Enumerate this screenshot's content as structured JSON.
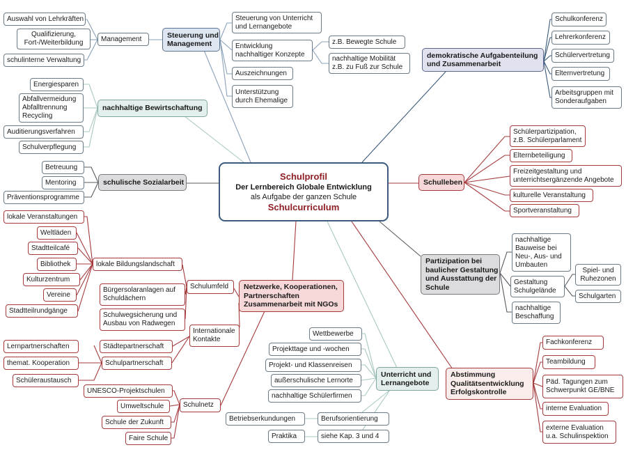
{
  "center": {
    "line1": "Schulprofil",
    "line2": "Der Lernbereich Globale Entwicklung",
    "line3": "als Aufgabe der ganzen Schule",
    "line4": "Schulcurriculum"
  },
  "steuerung": {
    "title_l1": "Steuerung und",
    "title_l2": "Management",
    "management": "Management",
    "auswahl": "Auswahl von Lehrkräften",
    "quali_l1": "Qualifizierung,",
    "quali_l2": "Fort-/Weiterbildung",
    "verwaltung": "schulinterne Verwaltung",
    "steuer_l1": "Steuerung von Unterricht",
    "steuer_l2": "und Lernangebote",
    "entw_l1": "Entwicklung",
    "entw_l2": "nachhaltiger Konzepte",
    "bewegte": "z.B. Bewegte Schule",
    "mob_l1": "nachhaltige Mobilität",
    "mob_l2": "z.B. zu Fuß zur Schule",
    "auszeichnungen": "Auszeichnungen",
    "unter_l1": "Unterstützung",
    "unter_l2": "durch Ehemalige"
  },
  "bewirtschaftung": {
    "title": "nachhaltige Bewirtschaftung",
    "energie": "Energiesparen",
    "abfall_l1": "Abfallvermeidung",
    "abfall_l2": "Abfalltrennung",
    "abfall_l3": "Recycling",
    "audit": "Auditierungsverfahren",
    "verpflegung": "Schulverpflegung"
  },
  "sozial": {
    "title": "schulische Sozialarbeit",
    "betreuung": "Betreuung",
    "mentoring": "Mentoring",
    "praevention": "Präventionsprogramme"
  },
  "demokratisch": {
    "title_l1": "demokratische Aufgabenteilung",
    "title_l2": "und Zusammenarbeit",
    "schulkonferenz": "Schulkonferenz",
    "lehrerkonferenz": "Lehrerkonferenz",
    "schuelervertretung": "Schülervertretung",
    "elternvertretung": "Elternvertretung",
    "ag_l1": "Arbeitsgruppen mit",
    "ag_l2": "Sonderaufgaben"
  },
  "schulleben": {
    "title": "Schulleben",
    "sp_l1": "Schülerpartizipation,",
    "sp_l2": "z.B. Schülerparlament",
    "eltern": "Elternbeteiligung",
    "frei_l1": "Freizeitgestaltung und",
    "frei_l2": "unterrichtsergänzende Angebote",
    "kultur": "kulturelle Veranstaltung",
    "sport": "Sportveranstaltung"
  },
  "partizipation": {
    "title_l1": "Partizipation bei",
    "title_l2": "baulicher Gestaltung",
    "title_l3": "und Ausstattung der",
    "title_l4": "Schule",
    "bau_l1": "nachhaltige",
    "bau_l2": "Bauweise bei",
    "bau_l3": "Neu-, Aus- und",
    "bau_l4": "Umbauten",
    "gest_l1": "Gestaltung",
    "gest_l2": "Schulgelände",
    "spiel_l1": "Spiel- und",
    "spiel_l2": "Ruhezonen",
    "garten": "Schulgarten",
    "besch_l1": "nachhaltige",
    "besch_l2": "Beschaffung"
  },
  "netzwerke": {
    "title_l1": "Netzwerke, Kooperationen,",
    "title_l2": "Partnerschaften",
    "title_l3": "Zusammenarbeit mit NGOs",
    "schulumfeld": "Schulumfeld",
    "lokale_bildung": "lokale Bildungslandschaft",
    "lokale_veranst": "lokale Veranstaltungen",
    "weltlaeden": "Weltläden",
    "stadtteilcafe": "Stadtteilcafé",
    "bibliothek": "Bibliothek",
    "kulturzentrum": "Kulturzentrum",
    "vereine": "Vereine",
    "stadtteilrundgaenge": "Stadtteilrundgänge",
    "solar_l1": "Bürgersolaranlagen auf",
    "solar_l2": "Schuldächern",
    "weg_l1": "Schulwegsicherung und",
    "weg_l2": "Ausbau von Radwegen",
    "intl_l1": "Internationale",
    "intl_l2": "Kontakte",
    "staedte": "Städtepartnerschaft",
    "schulpartner": "Schulpartnerschaft",
    "lernpartner": "Lernpartnerschaften",
    "thematisch": "themat. Kooperation",
    "austausch": "Schüleraustausch",
    "schulnetz": "Schulnetz",
    "unesco": "UNESCO-Projektschulen",
    "umweltschule": "Umweltschule",
    "zukunft": "Schule der Zukunft",
    "faire": "Faire Schule"
  },
  "unterricht": {
    "title_l1": "Unterricht und",
    "title_l2": "Lernangebote",
    "wettbewerbe": "Wettbewerbe",
    "projekttage": "Projekttage und -wochen",
    "projektreisen": "Projekt- und Klassenreisen",
    "lernorte": "außerschulische Lernorte",
    "firmen": "nachhaltige Schülerfirmen",
    "beruf": "Berufsorientierung",
    "betrieb": "Betriebserkundungen",
    "praktika": "Praktika",
    "kap": "siehe Kap. 3 und 4"
  },
  "abstimmung": {
    "title_l1": "Abstimmung",
    "title_l2": "Qualitätsentwicklung",
    "title_l3": "Erfolgskontrolle",
    "fach": "Fachkonferenz",
    "team": "Teambildung",
    "paed_l1": "Päd. Tagungen zum",
    "paed_l2": "Schwerpunkt GE/BNE",
    "intern": "interne Evaluation",
    "extern_l1": "externe Evaluation",
    "extern_l2": "u.a. Schulinspektion"
  },
  "colors": {
    "blue_line": "#3c5a7c",
    "steel_line": "#7f97b0",
    "green_line": "#9fbfb8",
    "gray_line": "#555a60",
    "red_line": "#a53a3d",
    "center_title": "#8f1e24"
  }
}
